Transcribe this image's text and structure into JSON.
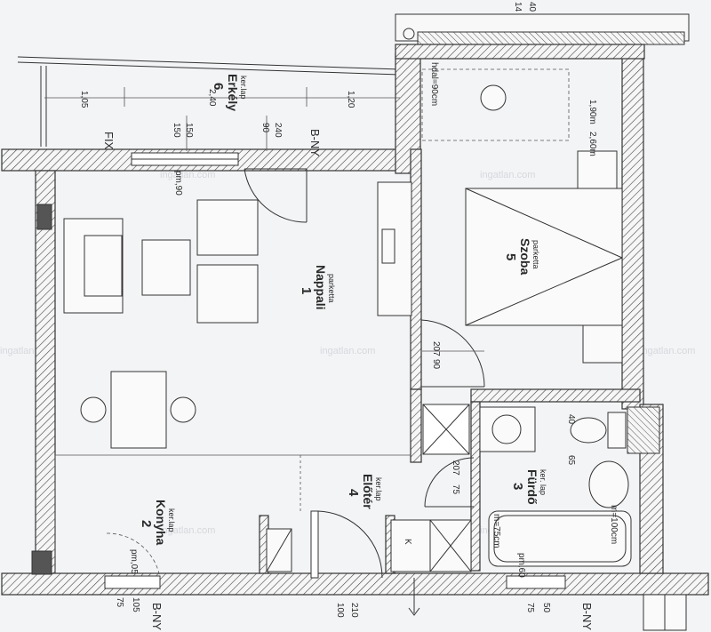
{
  "watermark": "ingatlan.com",
  "rooms": [
    {
      "number": "1",
      "name": "Nappali",
      "floor": "parketta"
    },
    {
      "number": "2",
      "name": "Konyha",
      "floor": "ker.lap"
    },
    {
      "number": "3",
      "name": "Fürdő",
      "floor": "ker. lap"
    },
    {
      "number": "4",
      "name": "Előtér",
      "floor": "ker.lap"
    },
    {
      "number": "5",
      "name": "Szoba",
      "floor": "parketta"
    },
    {
      "number": "6",
      "name": "Erkély",
      "floor": "ker.lap"
    }
  ],
  "labels": {
    "fix": "FIX",
    "bny": "B-NY",
    "area_2_40": "2,40",
    "d105": "1,05",
    "d120": "1,20",
    "d150a": "150",
    "d150b": "150",
    "d90": "90",
    "d240": "240",
    "pm90": "pm,90",
    "h190": "1,90m",
    "h260": "2,60m",
    "h90m": "hdal=90cm",
    "top14": "14",
    "top40": "40",
    "d207a": "207",
    "d90b": "90",
    "d207b": "207",
    "d75a": "75",
    "d40": "40",
    "d65": "65",
    "m100": "m=100cm",
    "m75": "m=75cm",
    "pm60": "pm,60",
    "pm05": "pm,05",
    "b75a": "75",
    "b105": "105",
    "b100": "100",
    "b210": "210",
    "b75b": "75",
    "b50": "50",
    "k": "K"
  }
}
